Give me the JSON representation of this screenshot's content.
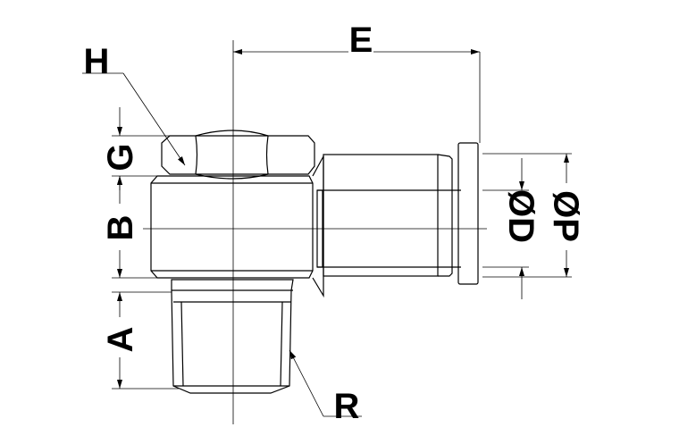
{
  "title": "Elbow push-in fitting dimension drawing",
  "labels": {
    "E": "E",
    "H": "H",
    "G": "G",
    "B": "B",
    "A": "A",
    "R": "R",
    "D": "ØD",
    "P": "ØP"
  },
  "colors": {
    "line": "#000000",
    "background": "#ffffff"
  }
}
